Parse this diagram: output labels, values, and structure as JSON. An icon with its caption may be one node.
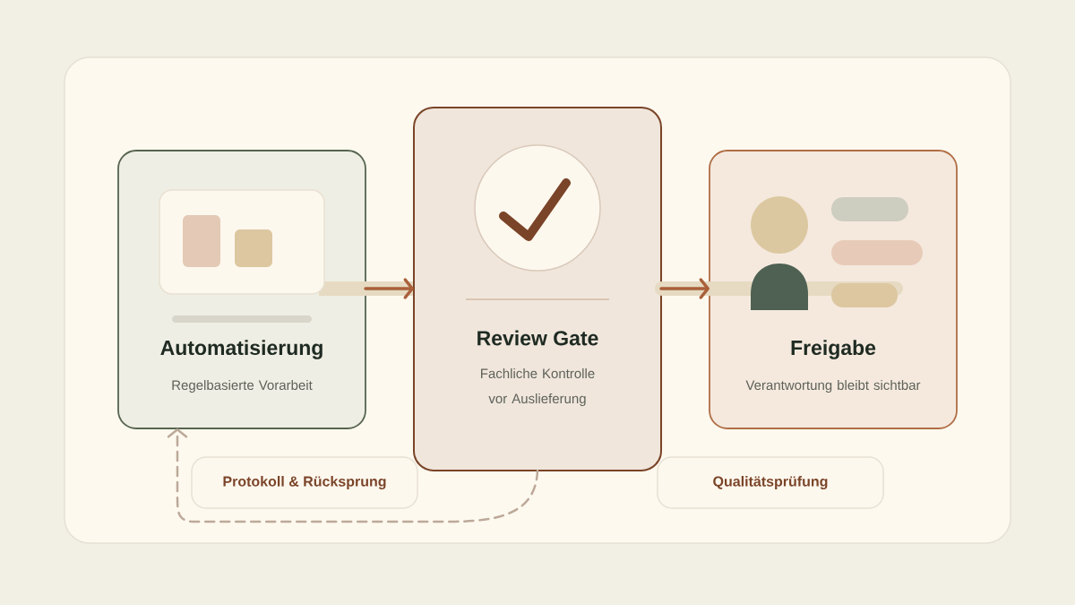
{
  "diagram": {
    "nodes": [
      {
        "text": [],
        "shape": "box"
      },
      {
        "text": [
          "Automatisierung",
          "Regelbasierte Vorarbeit"
        ],
        "in": 0
      },
      {
        "text": [
          "Review Gate",
          "Fachliche Kontrolle vor Auslieferung"
        ],
        "in": 0
      },
      {
        "text": [
          "Freigabe",
          "Verantwortung bleibt sichtbar"
        ],
        "in": 0
      },
      {
        "text": [
          "Protokoll & Rücksprung"
        ],
        "in": 0
      },
      {
        "text": [
          "Qualitätsprüfung"
        ],
        "in": 0
      }
    ],
    "edges": [
      {
        "from": 1,
        "to": 2,
        "arrow": "to"
      },
      {
        "from": 2,
        "to": 3,
        "arrow": "to"
      },
      {
        "from": 2,
        "to": 1,
        "arrow": "to",
        "style": "dashed",
        "color": "#bda999"
      }
    ]
  }
}
